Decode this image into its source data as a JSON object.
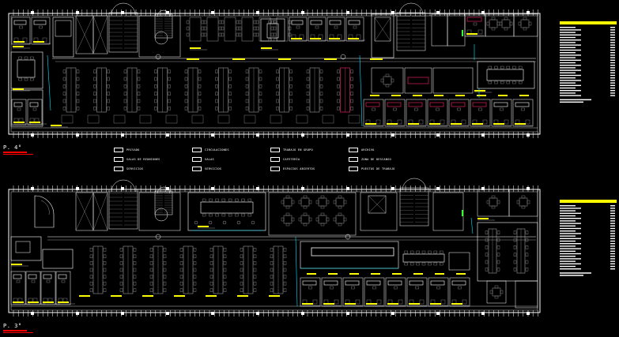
{
  "floors": [
    {
      "id": "upper",
      "label": "P. 4°"
    },
    {
      "id": "lower",
      "label": "P. 3°"
    }
  ],
  "legend": [
    {
      "label": "PRIVADO"
    },
    {
      "label": "SALAS DE REUNIONES"
    },
    {
      "label": "SERVICIOS"
    },
    {
      "label": "CIRCULACIONES"
    },
    {
      "label": "SALAS"
    },
    {
      "label": "SERVICIOS"
    },
    {
      "label": "TRABAJO EN GRUPO"
    },
    {
      "label": "CAFETERÍA"
    },
    {
      "label": "ESPACIOS ABIERTOS"
    },
    {
      "label": "ARCHIVO"
    },
    {
      "label": "ZONA DE DESCANSO"
    },
    {
      "label": "PUESTOS DE TRABAJO"
    }
  ],
  "colors": {
    "background": "#000000",
    "walls": "#ffffff",
    "furniture": "#9a9a9a",
    "glazing": "#00e5ff",
    "tags": "#ffff00",
    "accent": "#ff2a6d",
    "label_underline": "#ff0000",
    "green": "#33ff33"
  }
}
